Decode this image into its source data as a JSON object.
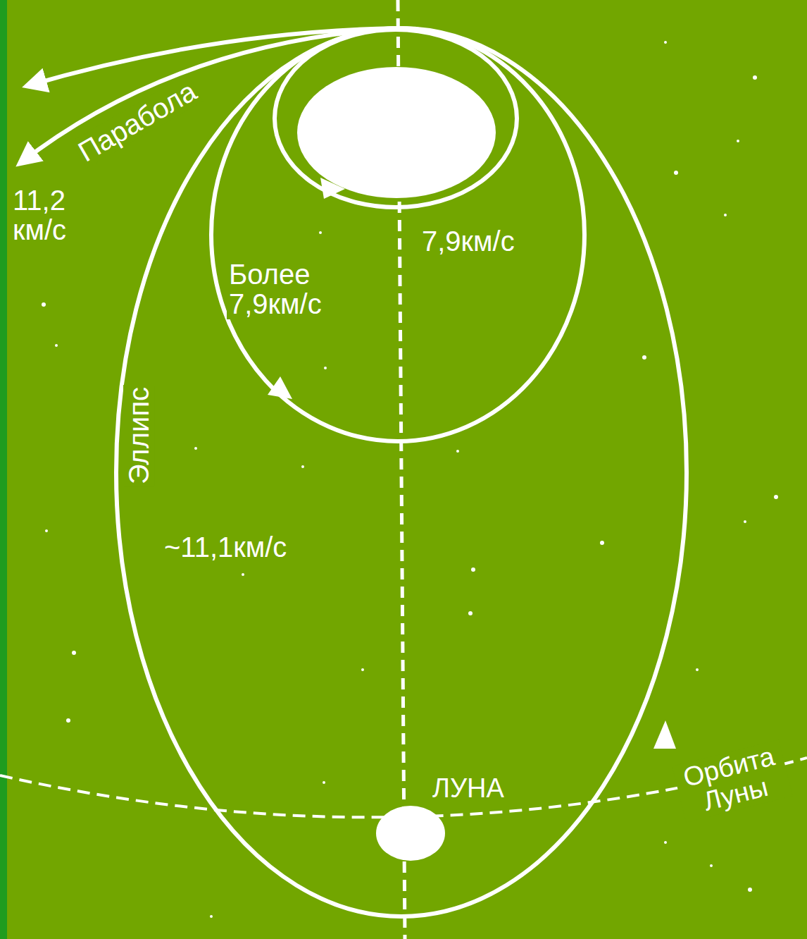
{
  "diagram": {
    "nodes": [
      {
        "text": [
          "ЛУНА"
        ]
      }
    ],
    "labels": [
      "Парабола",
      "11,2 км/с",
      "7,9км/с",
      "Более 7,9км/с",
      "Эллипс",
      "~11,1км/с",
      "Орбита Луны"
    ]
  }
}
